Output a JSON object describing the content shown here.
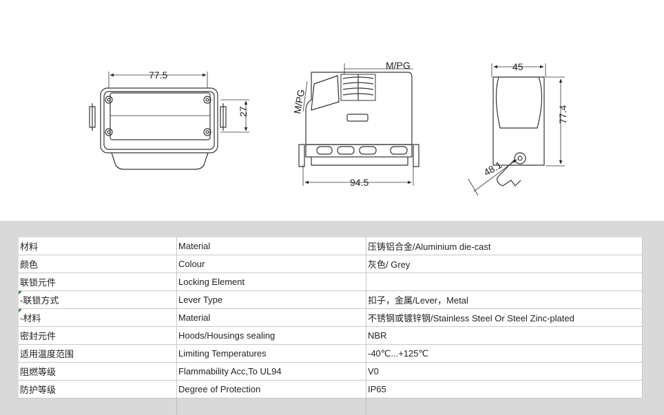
{
  "drawing": {
    "front_width": "77.5",
    "front_height": "27",
    "side_cable_top": "M/PG",
    "side_cable_left": "M/PG",
    "side_width": "94.5",
    "end_width": "45",
    "end_height": "77.4",
    "end_lever": "48.1"
  },
  "specs": {
    "rows": [
      {
        "zh": "材料",
        "en": "Material",
        "value": "压铸铝合金/Aluminium die-cast",
        "marker": false
      },
      {
        "zh": "颜色",
        "en": "Colour",
        "value": "灰色/ Grey",
        "marker": false
      },
      {
        "zh": "联锁元件",
        "en": "Locking Element",
        "value": "",
        "marker": false
      },
      {
        "zh": " -联锁方式",
        "en": "Lever Type",
        "value": "扣子，金属/Lever，Metal",
        "marker": true
      },
      {
        "zh": " -材料",
        "en": "Material",
        "value": "不锈钢或镀锌钢/Stainless Steel Or Steel Zinc-plated",
        "marker": true
      },
      {
        "zh": "密封元件",
        "en": "Hoods/Housings sealing",
        "value": "NBR",
        "marker": false
      },
      {
        "zh": "适用温度范围",
        "en": "Limiting Temperatures",
        "value": "-40℃...+125℃",
        "marker": false
      },
      {
        "zh": "阻燃等级",
        "en": "Flammability Acc,To UL94",
        "value": "V0",
        "marker": false
      },
      {
        "zh": "防护等级",
        "en": "Degree of Protection",
        "value": "IP65",
        "marker": false
      }
    ]
  }
}
